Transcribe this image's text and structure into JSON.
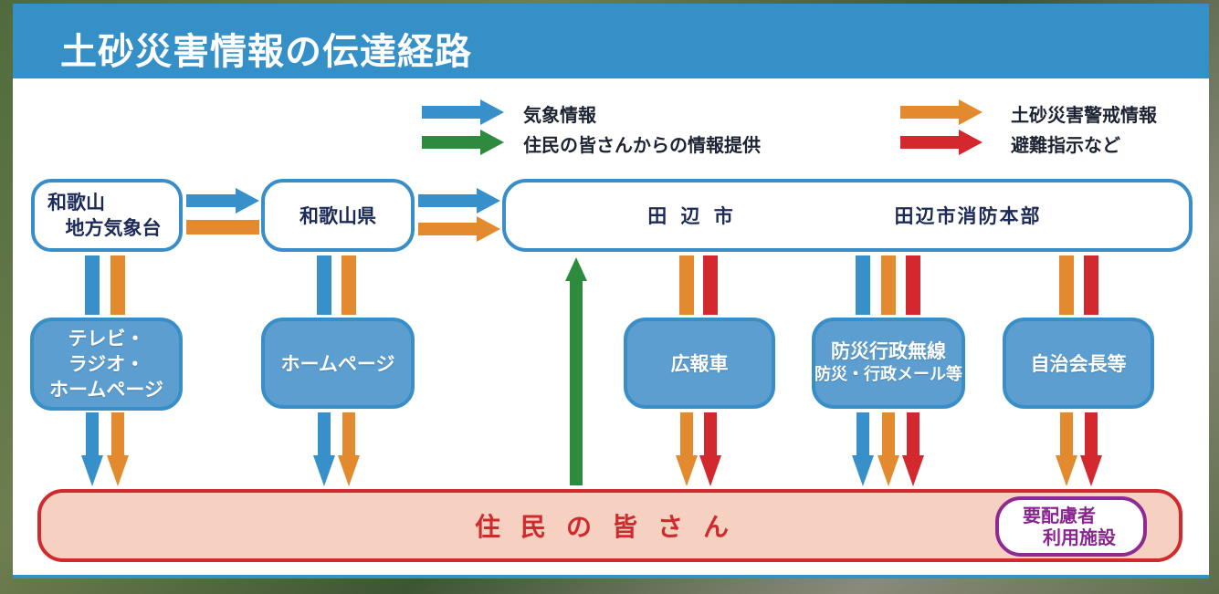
{
  "title": "土砂災害情報の伝達経路",
  "legend": {
    "weather": "気象情報",
    "resident_info": "住民の皆さんからの情報提供",
    "landslide_alert": "土砂災害警戒情報",
    "evacuation": "避難指示など"
  },
  "nodes": {
    "jma": [
      "和歌山",
      "地方気象台"
    ],
    "pref": "和歌山県",
    "city": "田 辺 市",
    "fire": "田辺市消防本部",
    "tv": [
      "テレビ・",
      "ラジオ・",
      "ホームページ"
    ],
    "hp": "ホームページ",
    "pr_car": "広報車",
    "radio": [
      "防災行政無線",
      "防災・行政メール等"
    ],
    "chairman": "自治会長等",
    "residents": "住民の皆さん",
    "facility": [
      "要配慮者",
      "利用施設"
    ]
  },
  "colors": {
    "weather": "#3790c9",
    "resident_info": "#2e8b3e",
    "landslide_alert": "#e3892e",
    "evacuation": "#d2282e",
    "frame": "#3690c8",
    "box_fill": "#5b9ecf",
    "box_stroke": "#3a8ec8",
    "residents_fill": "#f6d0c0",
    "residents_stroke": "#d12a2e",
    "facility_stroke": "#8e2a92"
  }
}
